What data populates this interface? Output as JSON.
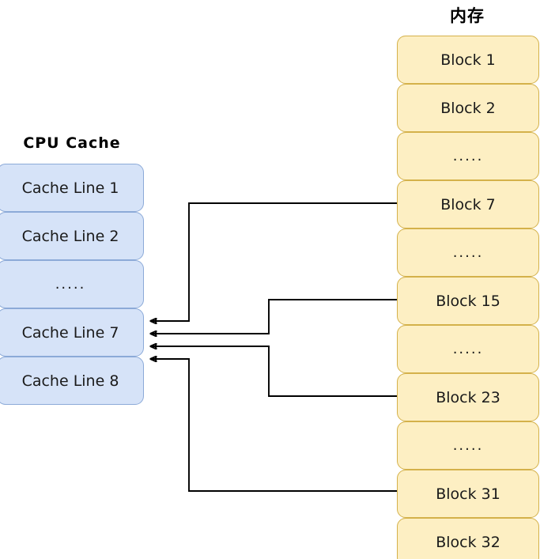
{
  "diagram": {
    "cache": {
      "title": "CPU Cache",
      "fill_color": "#d6e3f8",
      "border_color": "#8caad8",
      "lines": [
        {
          "label": "Cache Line 1"
        },
        {
          "label": "Cache Line 2"
        },
        {
          "label": "....."
        },
        {
          "label": "Cache Line 7"
        },
        {
          "label": "Cache Line 8"
        }
      ]
    },
    "memory": {
      "title": "内存",
      "fill_color": "#fdefc3",
      "border_color": "#d4b14a",
      "blocks": [
        {
          "label": "Block 1"
        },
        {
          "label": "Block 2"
        },
        {
          "label": "....."
        },
        {
          "label": "Block 7"
        },
        {
          "label": "....."
        },
        {
          "label": "Block 15"
        },
        {
          "label": "....."
        },
        {
          "label": "Block 23"
        },
        {
          "label": "....."
        },
        {
          "label": "Block 31"
        },
        {
          "label": "Block 32"
        }
      ]
    },
    "mappings": [
      {
        "from": "Block 7",
        "to": "Cache Line 7"
      },
      {
        "from": "Block 15",
        "to": "Cache Line 7"
      },
      {
        "from": "Block 23",
        "to": "Cache Line 7"
      },
      {
        "from": "Block 31",
        "to": "Cache Line 7"
      }
    ],
    "arrow_color": "#000000"
  }
}
